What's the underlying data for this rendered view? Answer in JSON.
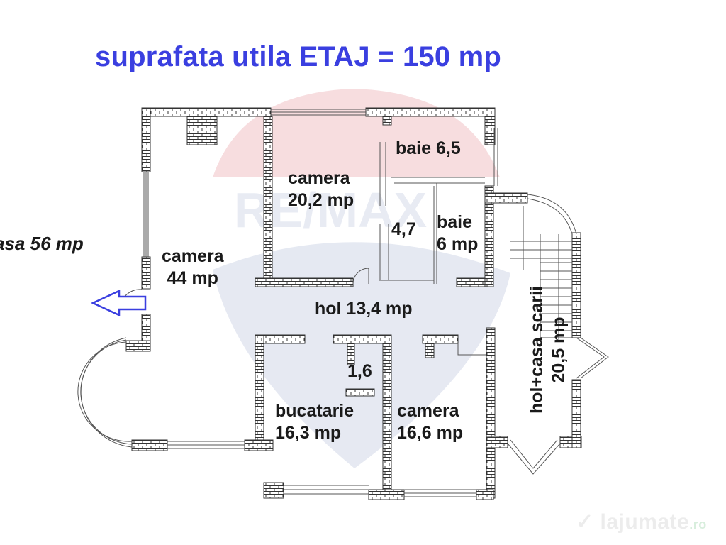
{
  "title": "suprafata utila ETAJ = 150 mp",
  "external_label": "asa 56 mp",
  "rooms": [
    {
      "name": "camera",
      "area": "44 mp"
    },
    {
      "name": "camera",
      "area": "20,2 mp"
    },
    {
      "name": "baie 6,5",
      "area": ""
    },
    {
      "name": "4,7",
      "area": ""
    },
    {
      "name": "baie",
      "area": "6 mp"
    },
    {
      "name": "hol 13,4 mp",
      "area": ""
    },
    {
      "name": "1,6",
      "area": ""
    },
    {
      "name": "bucatarie",
      "area": "16,3 mp"
    },
    {
      "name": "camera",
      "area": "16,6 mp"
    },
    {
      "name": "hol+casa scarii",
      "area": "20,5 mp"
    }
  ],
  "watermark_bg": "RE/MAX",
  "watermark": {
    "brand": "lajumate",
    "tld": ".ro"
  },
  "colors": {
    "title": "#3a3fe0",
    "arrow": "#3a3fe0",
    "wall": "#333333",
    "remax_red": "#f3cfd3",
    "remax_blue": "#dfe3ef"
  }
}
